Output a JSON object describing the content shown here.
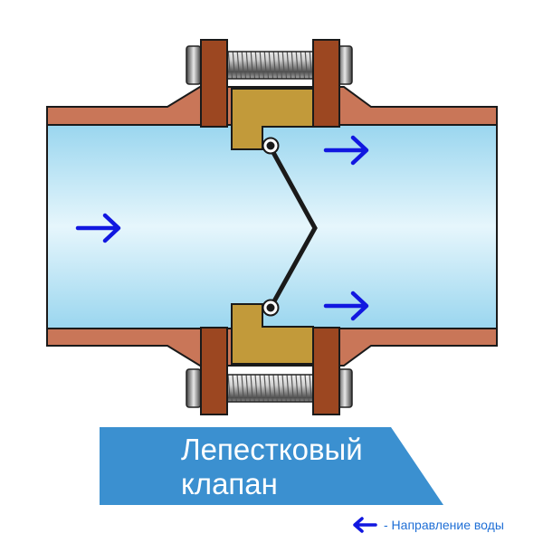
{
  "colors": {
    "water_light": "#e3f4fb",
    "water_dark": "#8fd0ec",
    "pipe": "#c97658",
    "flange": "#9c4721",
    "brass": "#c29a3a",
    "arrow": "#1117e0",
    "banner": "#3b90d0",
    "legend_text": "#1f6fd6"
  },
  "icons": {
    "flow_arrow": "right-arrow-icon",
    "legend_arrow": "left-arrow-icon",
    "pivot": "hinge-pin-icon",
    "bolt": "bolt-icon"
  },
  "caption": {
    "line1": "Лепестковый",
    "line2": "клапан"
  },
  "legend": {
    "text": "- Направление воды"
  }
}
